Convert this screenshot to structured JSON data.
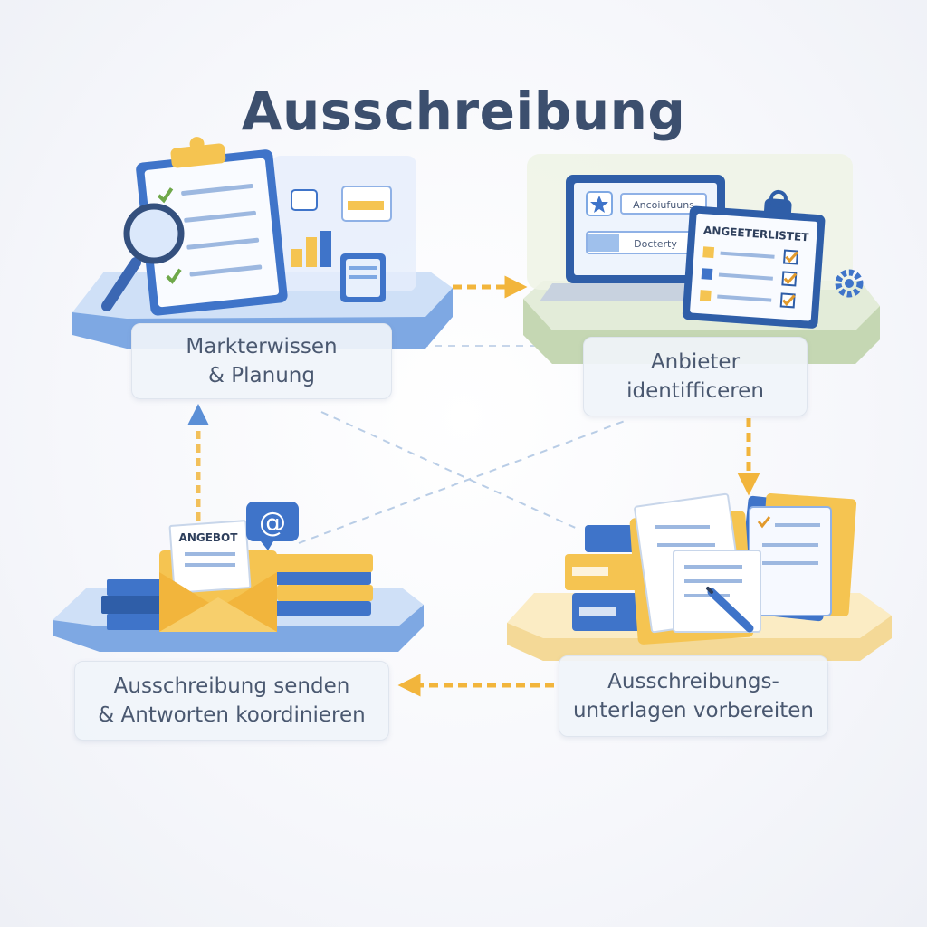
{
  "title": "Ausschreibung",
  "steps": [
    {
      "line1": "Markterwissen",
      "line2": "& Planung"
    },
    {
      "line1": "Anbieter",
      "line2": "identifficeren"
    },
    {
      "line1": "Ausschreibungs-",
      "line2": "unterlagen vorbereiten"
    },
    {
      "line1": "Ausschreibung senden",
      "line2": "& Antworten koordinieren"
    }
  ],
  "illustrations": {
    "laptop_field_1": "Ancoiufuuns",
    "laptop_field_2": "Docterty",
    "checklist_title": "ANGEETERLISTET",
    "envelope_letter": "ANGEBOT",
    "email_symbol": "@"
  },
  "colors": {
    "title": "#3c4f6e",
    "label_text": "#4a5870",
    "arrow": "#f2b53c",
    "arrow_up": "#5b8fd6",
    "accent_blue": "#3f74c9",
    "accent_yellow": "#f5c451",
    "check_green": "#6fa84a",
    "platform_blue": "#cfe0f7",
    "platform_green": "#e3ecd9",
    "platform_yellow": "#fbecc4"
  },
  "icons": [
    "clipboard-checklist-icon",
    "magnifier-icon",
    "bar-chart-icon",
    "laptop-icon",
    "gear-icon",
    "envelope-icon",
    "email-at-icon",
    "books-icon",
    "folders-icon",
    "pen-icon"
  ]
}
